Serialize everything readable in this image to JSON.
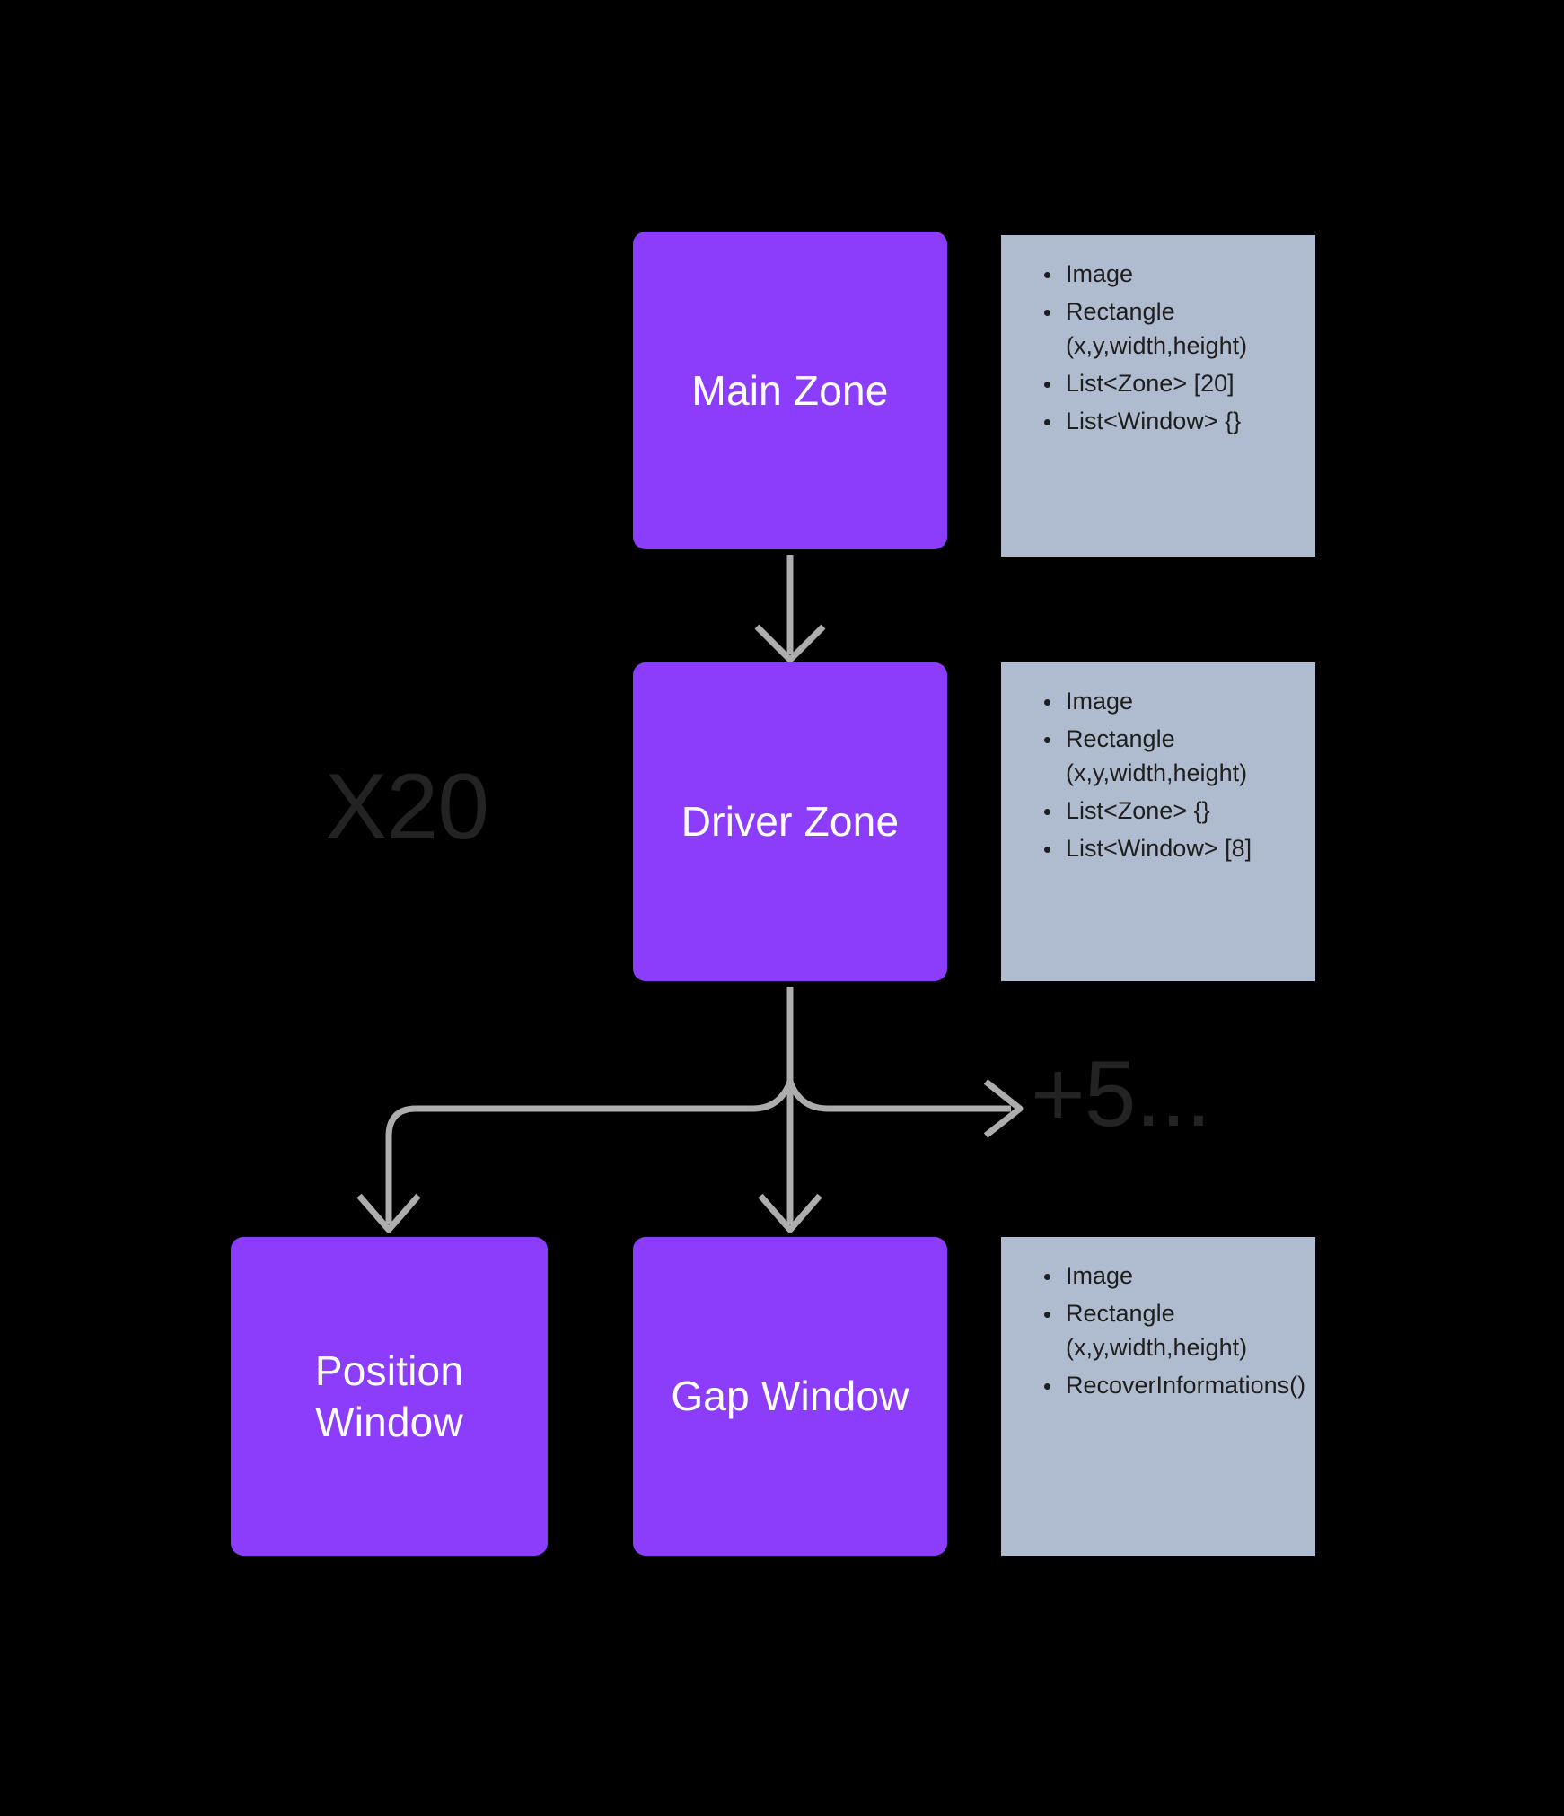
{
  "diagram": {
    "background_color": "#000000",
    "node_color": "#8B3DFB",
    "node_text_color": "#FFFFFF",
    "card_color": "#AFBCCF",
    "card_text_color": "#1E1E1E",
    "connector_color": "#ADADAD",
    "annotation_color": "#232323"
  },
  "nodes": {
    "main_zone": {
      "label": "Main Zone"
    },
    "driver_zone": {
      "label": "Driver Zone"
    },
    "position_window": {
      "label": "Position\nWindow"
    },
    "gap_window": {
      "label": "Gap Window"
    }
  },
  "cards": {
    "main_zone": {
      "items": [
        {
          "text": "Image",
          "bullet": true
        },
        {
          "text": "Rectangle",
          "bullet": true
        },
        {
          "text": "(x,y,width,height)",
          "bullet": false
        },
        {
          "text": "List<Zone> [20]",
          "bullet": true
        },
        {
          "text": "List<Window> {}",
          "bullet": true
        }
      ]
    },
    "driver_zone": {
      "items": [
        {
          "text": "Image",
          "bullet": true
        },
        {
          "text": "Rectangle",
          "bullet": true
        },
        {
          "text": "(x,y,width,height)",
          "bullet": false
        },
        {
          "text": "List<Zone> {}",
          "bullet": true
        },
        {
          "text": "List<Window> [8]",
          "bullet": true
        }
      ]
    },
    "gap_window": {
      "items": [
        {
          "text": "Image",
          "bullet": true
        },
        {
          "text": "Rectangle",
          "bullet": true
        },
        {
          "text": "(x,y,width,height)",
          "bullet": false
        },
        {
          "text": "RecoverInformations()",
          "bullet": true
        }
      ]
    }
  },
  "annotations": {
    "multiplicity_zones": "X20",
    "more_windows": "+5..."
  },
  "connectors": [
    {
      "name": "main-zone-to-driver-zone",
      "from": "main_zone",
      "to": "driver_zone"
    },
    {
      "name": "driver-zone-to-position-window",
      "from": "driver_zone",
      "to": "position_window"
    },
    {
      "name": "driver-zone-to-gap-window",
      "from": "driver_zone",
      "to": "gap_window"
    },
    {
      "name": "driver-zone-to-more-windows",
      "from": "driver_zone",
      "to": "more_windows"
    }
  ]
}
